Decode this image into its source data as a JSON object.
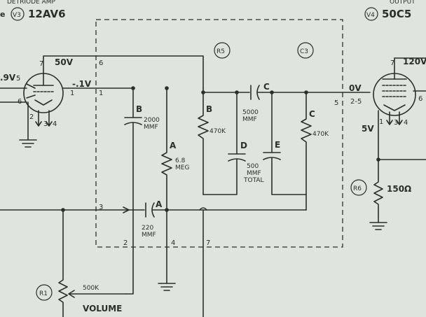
{
  "header": {
    "left_caption": "DETRIODE AMP",
    "right_caption": "OUTPUT",
    "v3_ref": "V3",
    "v3_type": "12AV6",
    "v4_ref": "V4",
    "v4_type": "50C5"
  },
  "circle_labels": {
    "r5": "R5",
    "c3": "C3",
    "r1": "R1",
    "r6": "R6"
  },
  "voltages": {
    "v3_plate": "50V",
    "v3_grid": ".9V",
    "v3_cathode": "-.1V",
    "v4_screen": "120V",
    "v4_grid": "0V",
    "v4_cathode": "5V"
  },
  "pins": {
    "v3_5": "5",
    "v3_6": "6",
    "v3_7": "7",
    "v3_1": "1",
    "v3_2": "2",
    "v3_3": "3",
    "v3_4": "4",
    "pkg_1": "1",
    "pkg_2": "2",
    "pkg_3": "3",
    "pkg_4": "4",
    "pkg_5": "5",
    "pkg_6": "6",
    "pkg_7": "7",
    "v4_7": "7",
    "v4_25": "2-5",
    "v4_6": "6",
    "v4_1": "1",
    "v4_3": "3",
    "v4_4": "4"
  },
  "components": {
    "cap_b_letter": "B",
    "cap_b_value": "2000",
    "cap_b_unit": "MMF",
    "res_a_letter": "A",
    "res_a_value": "6.8",
    "res_a_unit": "MEG",
    "res_b_letter": "B",
    "res_b_value": "470K",
    "cap_c_letter": "C",
    "cap_c_value": "5000",
    "cap_c_unit": "MMF",
    "cap_d_letter": "D",
    "cap_e_letter": "E",
    "cap_de_value": "500",
    "cap_de_unit": "MMF",
    "cap_de_note": "TOTAL",
    "res_c_letter": "C",
    "res_c_value": "470K",
    "cap_a_letter": "A",
    "cap_a_value": "220",
    "cap_a_unit": "MMF",
    "r1_value": "500K",
    "r1_name": "VOLUME",
    "r6_value": "150Ω"
  }
}
